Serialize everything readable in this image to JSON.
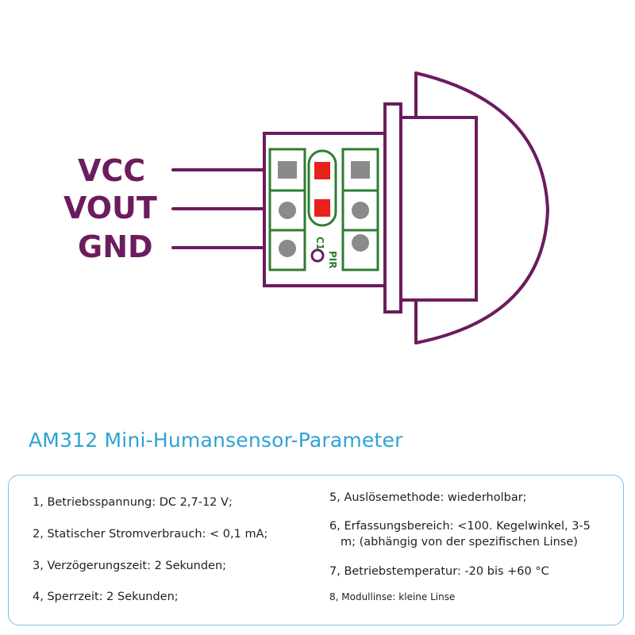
{
  "diagram": {
    "pins": [
      "VCC",
      "VOUT",
      "GND"
    ],
    "silkscreen": {
      "c1": "C1",
      "pir": "PIR"
    },
    "colors": {
      "outline": "#6b1c5e",
      "pcb_green": "#2e7d32",
      "pad_gray": "#8a8a8a",
      "pad_red": "#e8211a"
    }
  },
  "title": "AM312 Mini-Humansensor-Parameter",
  "params": {
    "p1": "1, Betriebsspannung: DC 2,7-12 V;",
    "p2": "2, Statischer Stromverbrauch: < 0,1 mA;",
    "p3": "3, Verzögerungszeit: 2 Sekunden;",
    "p4": "4, Sperrzeit: 2 Sekunden;",
    "p5": "5, Auslösemethode: wiederholbar;",
    "p6_line1": "6, Erfassungsbereich: <100. Kegelwinkel, 3-5",
    "p6_line2": "m; (abhängig von der spezifischen Linse)",
    "p7": "7, Betriebstemperatur: -20 bis +60 °C",
    "p8": "8, Modullinse: kleine Linse"
  },
  "colors": {
    "title": "#2ea3d4",
    "box_border": "#7ec4e2",
    "text": "#1f1f1f"
  }
}
